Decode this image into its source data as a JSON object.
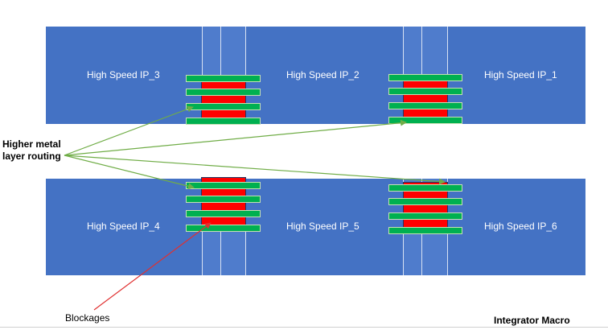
{
  "diagram": {
    "ip_blocks": [
      {
        "label": "High Speed IP_3"
      },
      {
        "label": "High Speed IP_2"
      },
      {
        "label": "High Speed IP_1"
      },
      {
        "label": "High Speed IP_4"
      },
      {
        "label": "High Speed IP_5"
      },
      {
        "label": "High Speed IP_6"
      }
    ],
    "routing_label_line1": "Higher metal",
    "routing_label_line2": "layer routing",
    "blockages_label": "Blockages",
    "macro_label": "Integrator Macro",
    "colors": {
      "macro_fill": "#4472c4",
      "blockage": "#ff0000",
      "metal_route": "#00b050",
      "routing_arrow": "#70ad47",
      "blockage_arrow": "#e03030"
    }
  }
}
